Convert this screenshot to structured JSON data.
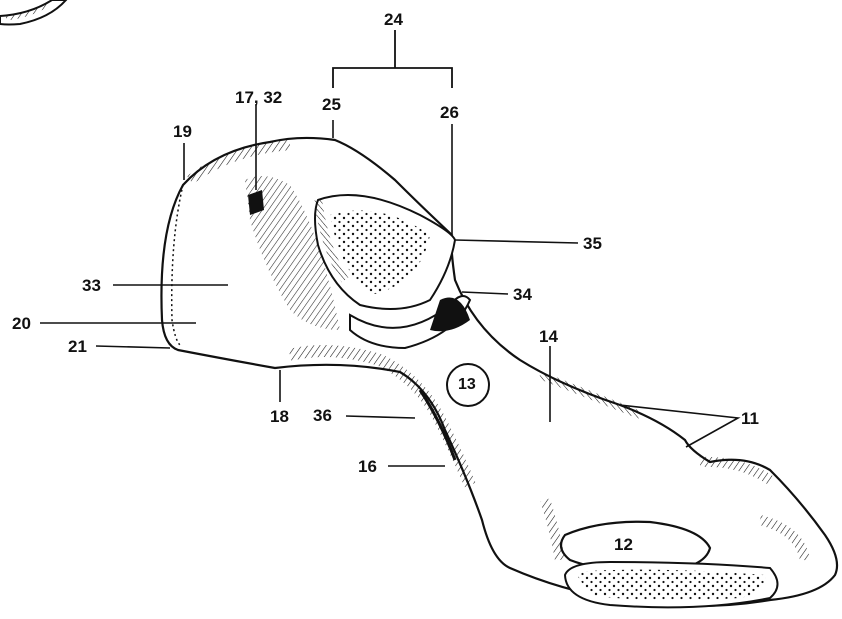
{
  "labels": {
    "l24": "24",
    "l25": "25",
    "l26": "26",
    "l17_32": "17, 32",
    "l19": "19",
    "l35": "35",
    "l34": "34",
    "l33": "33",
    "l20": "20",
    "l21": "21",
    "l14": "14",
    "l13": "13",
    "l18": "18",
    "l36": "36",
    "l11": "11",
    "l16": "16",
    "l12": "12"
  },
  "colors": {
    "ink": "#111111",
    "paper": "#ffffff"
  }
}
